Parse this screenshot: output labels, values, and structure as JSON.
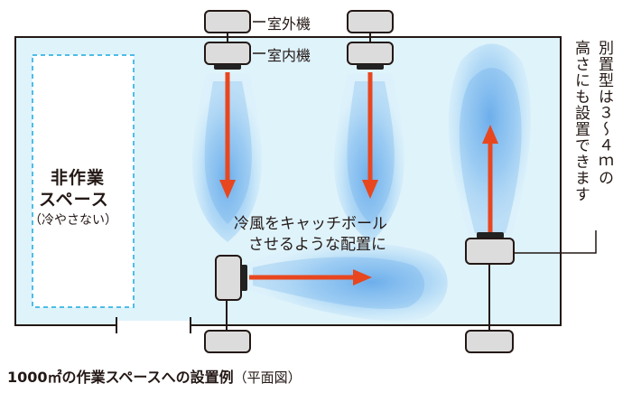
{
  "labels": {
    "outdoor_unit": "室外機",
    "indoor_unit": "室内機",
    "non_work_line1": "非作業",
    "non_work_line2": "スペース",
    "non_work_note": "（冷やさない）",
    "catchball_line1": "冷風をキャッチボール",
    "catchball_line2": "させるような配置に",
    "height_note_col1": "別置型は３～４ｍの",
    "height_note_col2": "高さにも設置できます"
  },
  "caption": {
    "main": "1000㎡の作業スペースへの設置例",
    "sub": "（平面図）"
  },
  "colors": {
    "room_fill": "#dff3fb",
    "room_border": "#231815",
    "unit_fill": "#dcdcdc",
    "unit_dark": "#222222",
    "arrow": "#e8461f",
    "airflow": "#7ab8ec",
    "dashed_border": "#4dbde6"
  }
}
